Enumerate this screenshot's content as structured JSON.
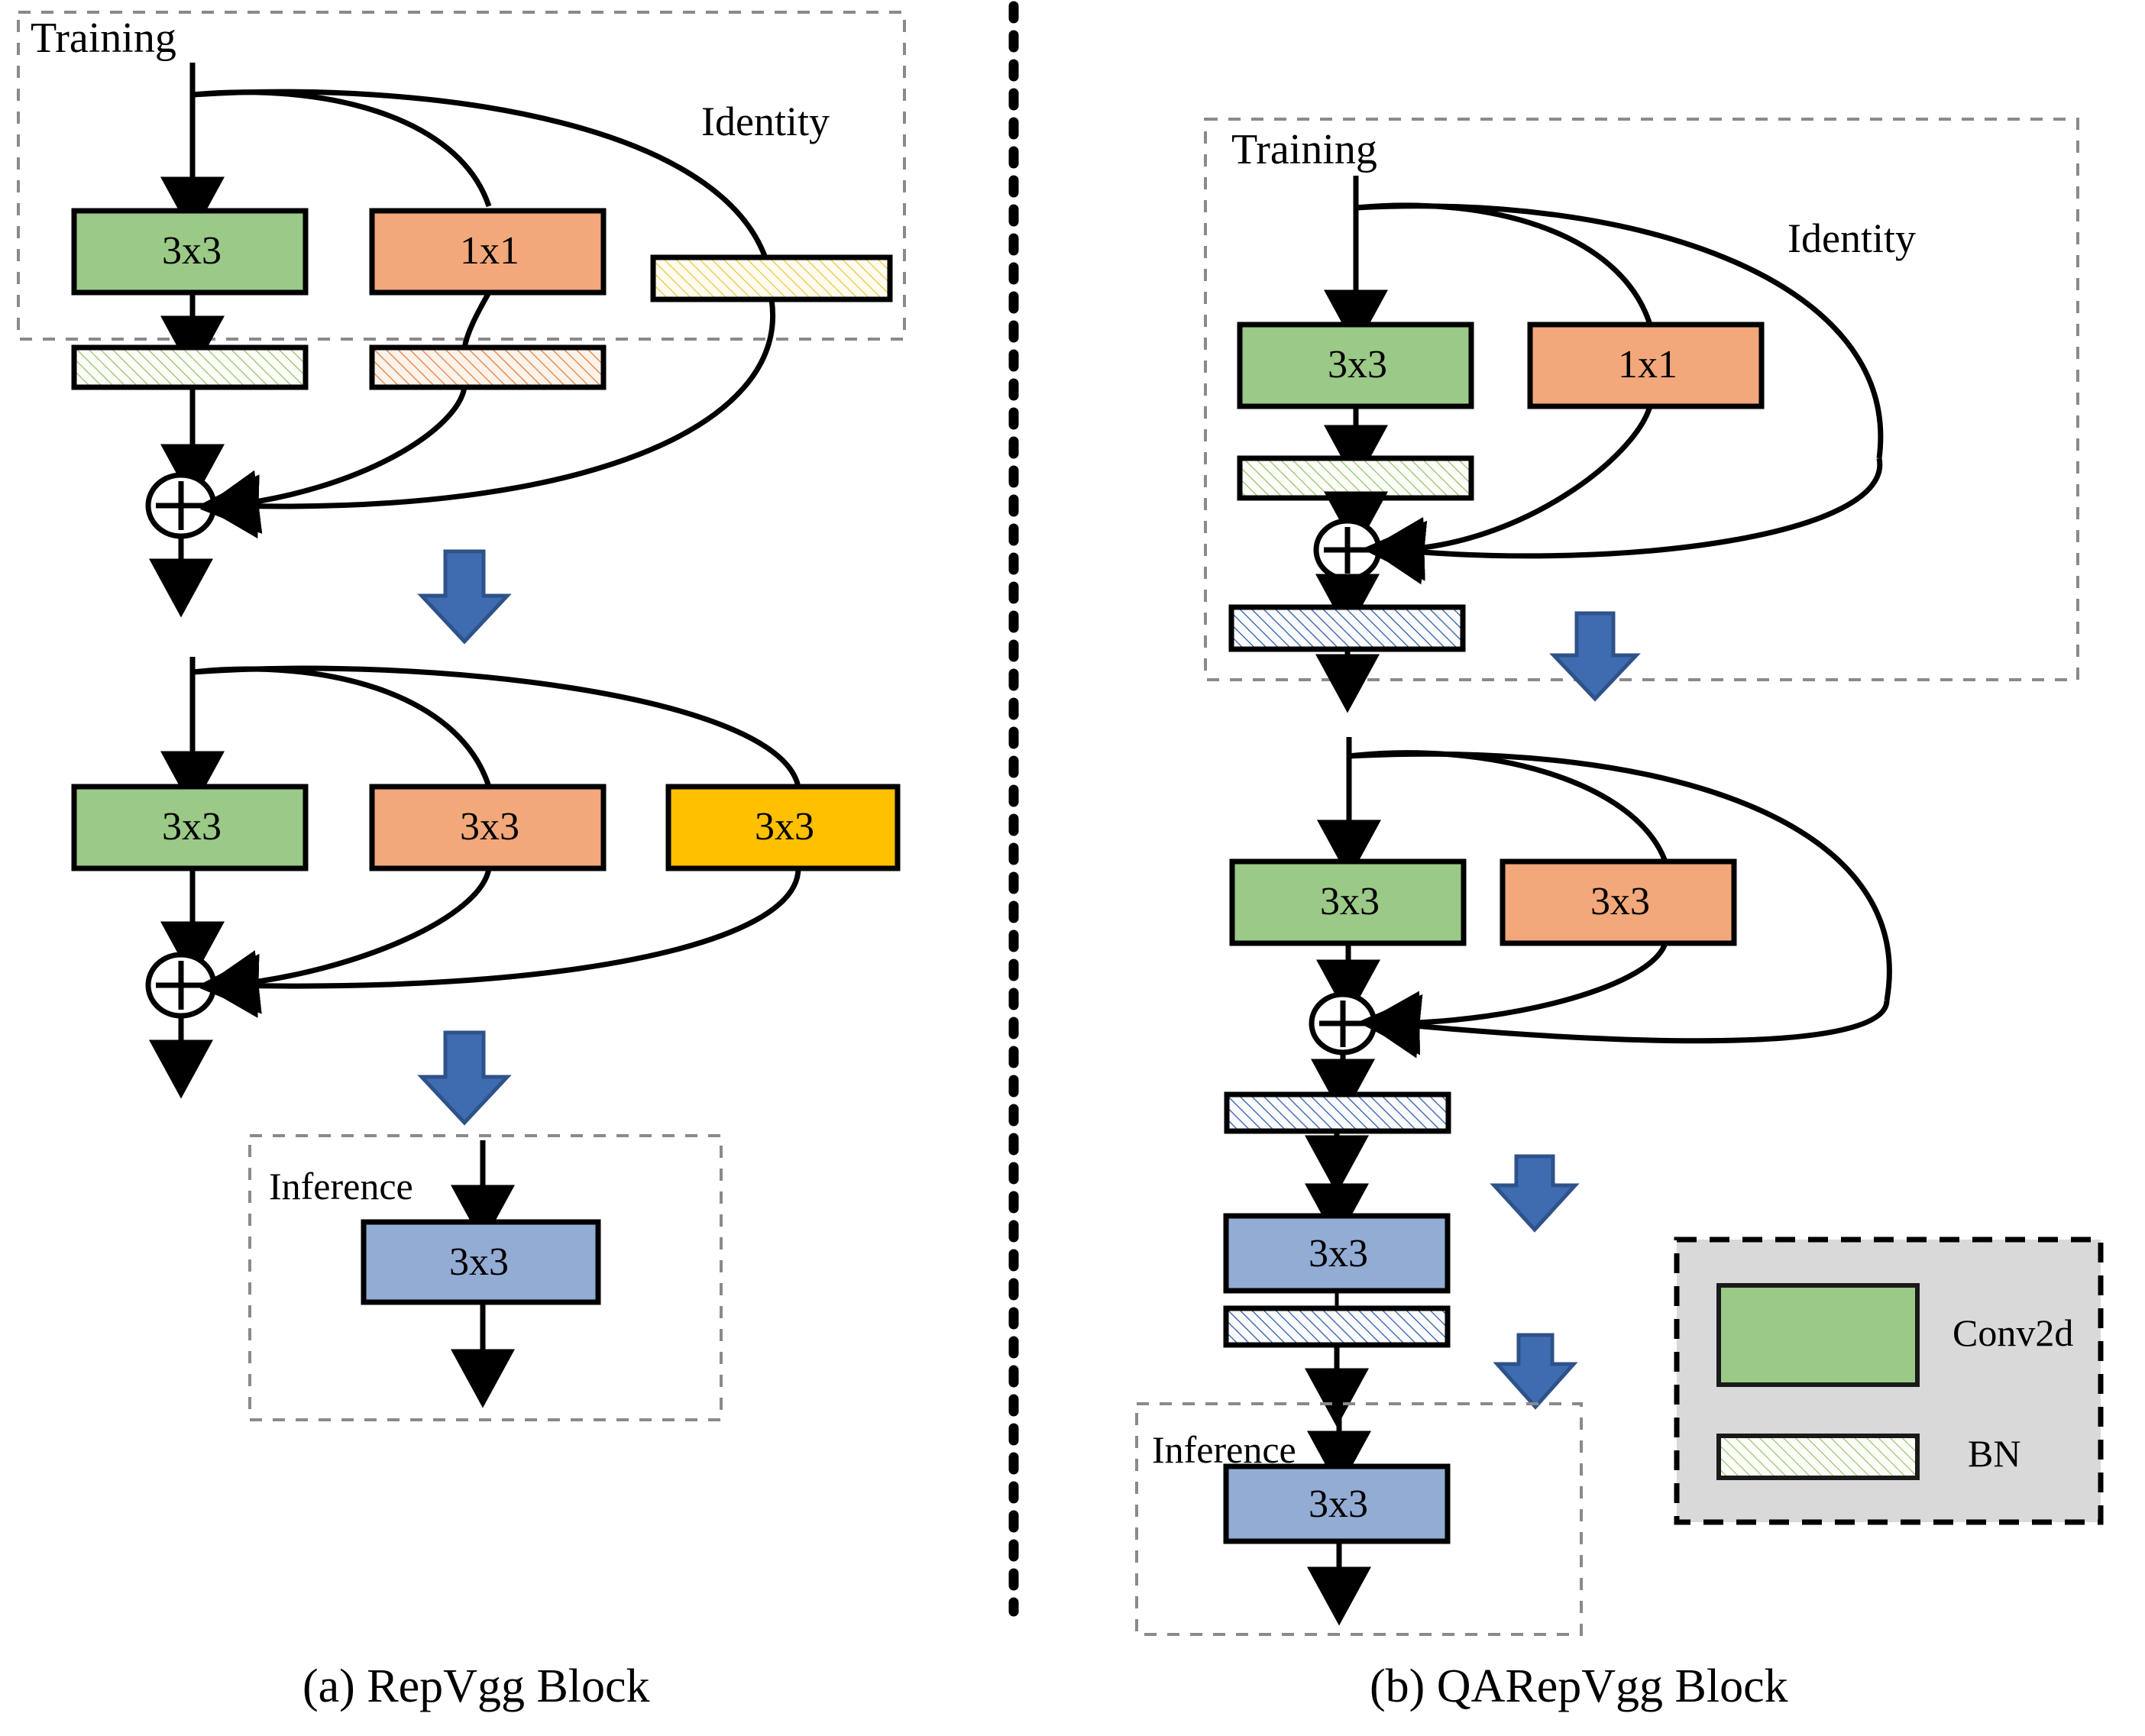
{
  "figure": {
    "type": "diagram",
    "description": "Comparison of RepVgg Block and QARepVgg Block re-parameterization structures",
    "divider": "vertical-dashed-line"
  },
  "captions": {
    "panel_a": "(a) RepVgg Block",
    "panel_b": "(b) QARepVgg Block"
  },
  "labels": {
    "training": "Training",
    "identity": "Identity",
    "inference": "Inference",
    "plus": "+"
  },
  "legend": {
    "items": [
      {
        "label": "Conv2d",
        "style": "solid-green"
      },
      {
        "label": "BN",
        "style": "hatched-green"
      }
    ]
  },
  "colors": {
    "conv_green": "#9bc987",
    "conv_orange": "#f2a87a",
    "conv_yellow": "#ffc000",
    "conv_blue": "#93acd4",
    "bn_green_hatch": "#8fbf6a",
    "bn_orange_hatch": "#e08a4f",
    "bn_yellow_hatch": "#e8c53a",
    "bn_blue_hatch": "#2e5ea8",
    "arrow_blue_fill": "#3f6cb0",
    "arrow_blue_stroke": "#2e5289",
    "legend_bg": "#d9d9d9",
    "stroke": "#000000"
  },
  "panel_a": {
    "stage_training": {
      "boundary": "dashed-box",
      "branches": [
        {
          "conv": "3x3",
          "conv_style": "solid-green",
          "bn": "hatched-green"
        },
        {
          "conv": "1x1",
          "conv_style": "solid-orange",
          "bn": "hatched-orange"
        },
        {
          "conv": null,
          "conv_style": "identity",
          "bn": "hatched-yellow"
        }
      ],
      "merge": "+"
    },
    "stage_merged": {
      "boundary": "none",
      "branches": [
        {
          "conv": "3x3",
          "conv_style": "solid-green"
        },
        {
          "conv": "3x3",
          "conv_style": "solid-orange"
        },
        {
          "conv": "3x3",
          "conv_style": "solid-yellow"
        }
      ],
      "merge": "+"
    },
    "stage_inference": {
      "boundary": "dashed-box",
      "title": "Inference",
      "conv": "3x3",
      "conv_style": "solid-blue"
    }
  },
  "panel_b": {
    "stage_training": {
      "boundary": "dashed-box",
      "title": "Training",
      "branches": [
        {
          "conv": "3x3",
          "conv_style": "solid-green",
          "bn": "hatched-green"
        },
        {
          "conv": "1x1",
          "conv_style": "solid-orange",
          "bn": null
        },
        {
          "conv": null,
          "conv_style": "identity",
          "bn": null
        }
      ],
      "merge": "+",
      "post_merge_bn": "hatched-blue"
    },
    "stage_merged": {
      "boundary": "none",
      "branches": [
        {
          "conv": "3x3",
          "conv_style": "solid-green"
        },
        {
          "conv": "3x3",
          "conv_style": "solid-orange"
        },
        {
          "conv": null,
          "conv_style": "identity"
        }
      ],
      "merge": "+",
      "post_merge_bn": "hatched-blue"
    },
    "stage_fused": {
      "conv": "3x3",
      "conv_style": "solid-blue",
      "post_bn": "hatched-blue"
    },
    "stage_inference": {
      "boundary": "dashed-box",
      "title": "Inference",
      "conv": "3x3",
      "conv_style": "solid-blue"
    }
  }
}
